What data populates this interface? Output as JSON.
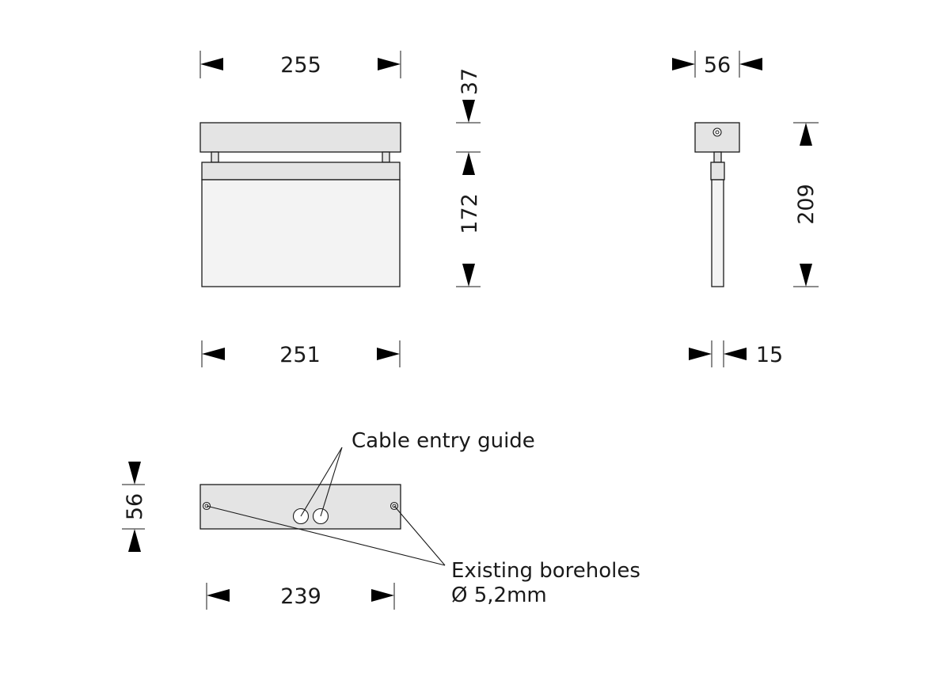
{
  "dimensions": {
    "front_width_top": "255",
    "front_width_bottom": "251",
    "front_top_height": "37",
    "front_panel_height": "172",
    "side_depth": "56",
    "side_height": "209",
    "side_panel_thickness": "15",
    "plate_height": "56",
    "plate_width": "239"
  },
  "labels": {
    "cable_entry": "Cable entry guide",
    "boreholes_line1": "Existing boreholes",
    "boreholes_line2": "Ø 5,2mm"
  },
  "colors": {
    "line": "#1a1a1a",
    "body_fill": "#e4e4e4",
    "arrow": "#000000"
  }
}
